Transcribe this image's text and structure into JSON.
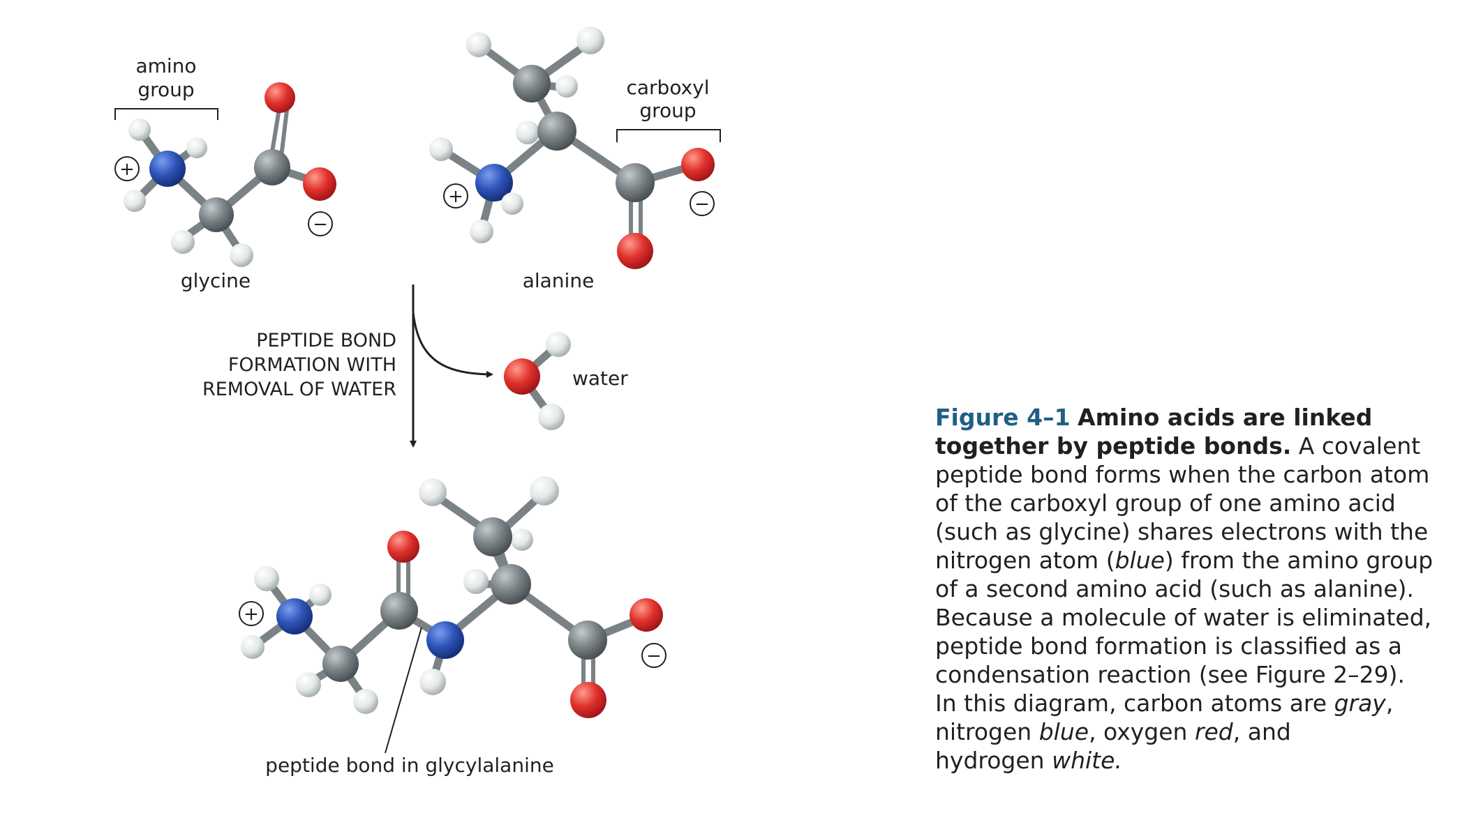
{
  "diagram": {
    "labels": {
      "amino_group": [
        "amino",
        "group"
      ],
      "carboxyl_group": [
        "carboxyl",
        "group"
      ],
      "glycine": "glycine",
      "alanine": "alanine",
      "reaction": [
        "PEPTIDE BOND",
        "FORMATION WITH",
        "REMOVAL OF WATER"
      ],
      "water": "water",
      "peptide_bond": "peptide bond in glycylalanine"
    },
    "charges": {
      "plus": "+",
      "minus": "−"
    },
    "atom_colors": {
      "carbon": "#7a8286",
      "nitrogen": "#2c54b8",
      "oxygen": "#e0322c",
      "hydrogen": "#e8ecec"
    }
  },
  "caption": {
    "figure_number": "Figure 4–1",
    "title_line1": "Amino acids are linked",
    "title_line2": "together by peptide bonds.",
    "l2_rest": " A covalent",
    "l3": "peptide bond forms when the carbon atom",
    "l4": "of the carboxyl group of one amino acid",
    "l5": "(such as glycine) shares electrons with the",
    "l6_a": "nitrogen atom (",
    "l6_i": "blue",
    "l6_b": ") from the amino group",
    "l7": "of a second amino acid (such as alanine).",
    "l8": "Because a molecule of water is eliminated,",
    "l9": "peptide bond formation is classified as a",
    "l10": "condensation reaction (see Figure 2–29).",
    "l11_a": "In this diagram, carbon atoms are ",
    "l11_i": "gray",
    "l11_b": ",",
    "l12_a": "nitrogen ",
    "l12_i1": "blue",
    "l12_b": ", oxygen ",
    "l12_i2": "red",
    "l12_c": ", and",
    "l13_a": "hydrogen ",
    "l13_i": "white."
  }
}
